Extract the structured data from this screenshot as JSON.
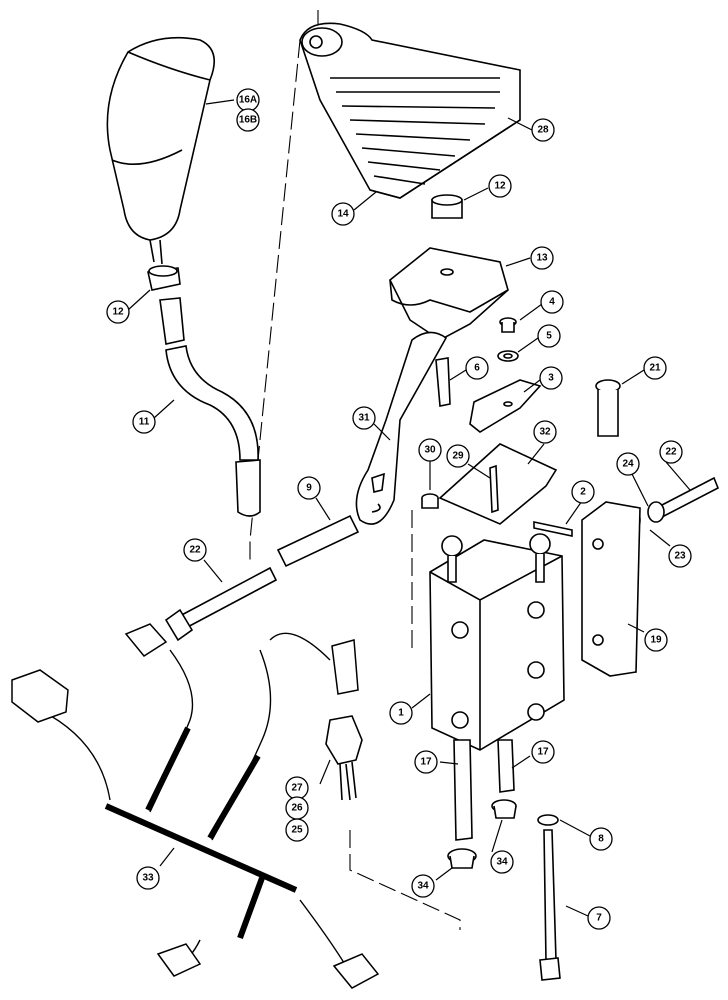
{
  "labels": {
    "16A": "16A",
    "16B": "16B",
    "28": "28",
    "12a": "12",
    "14": "14",
    "13": "13",
    "12b": "12",
    "4": "4",
    "5": "5",
    "6": "6",
    "3": "3",
    "21": "21",
    "11": "11",
    "31": "31",
    "30": "30",
    "29": "29",
    "32": "32",
    "22a": "22",
    "24": "24",
    "9": "9",
    "2": "2",
    "23": "23",
    "22b": "22",
    "19": "19",
    "1": "1",
    "17a": "17",
    "17b": "17",
    "8": "8",
    "27": "27",
    "26": "26",
    "25": "25",
    "34a": "34",
    "34b": "34",
    "33": "33",
    "7": "7"
  }
}
